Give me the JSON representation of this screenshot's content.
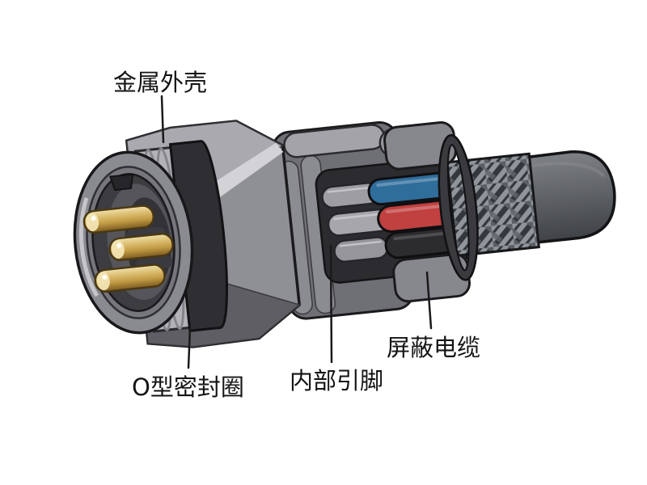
{
  "figure": {
    "background": "#ffffff",
    "labels": [
      {
        "id": "metal-shell",
        "text": "金属外壳"
      },
      {
        "id": "o-ring",
        "text": "O型密封圈"
      },
      {
        "id": "inner-pins",
        "text": "内部引脚"
      },
      {
        "id": "shielded-cable",
        "text": "屏蔽电缆"
      }
    ],
    "colors": {
      "outline": "#1a1a1c",
      "label_text": "#141414",
      "leader_line": "#1a1a1a",
      "shell_gray": "#8f8f96",
      "shell_top_facet": "#a9a9af",
      "shell_chamfer_highlight": "#d3d3d7",
      "shell_bottom_facet": "#5e5e64",
      "front_rim_gray": "#8a8a91",
      "thread_ring_light": "#b2b2b8",
      "o_ring_black": "#2f2f33",
      "cavity_dark": "#3c3c41",
      "insert_gray": "#55555b",
      "pin_brass": "#c19a44",
      "pin_brass_light": "#f0e2ae",
      "pin_brass_dark": "#79591f",
      "tube_gray": "#9d9da3",
      "wire_blue": "#2f6d9b",
      "wire_red": "#c14040",
      "wire_black": "#2c2c2f",
      "rear_body_gray": "#6f6f76",
      "sleeve_gray": "#87878e",
      "braid_light": "#8f959b",
      "braid_dark": "#34373b",
      "jacket_gray": "#64676c"
    }
  }
}
